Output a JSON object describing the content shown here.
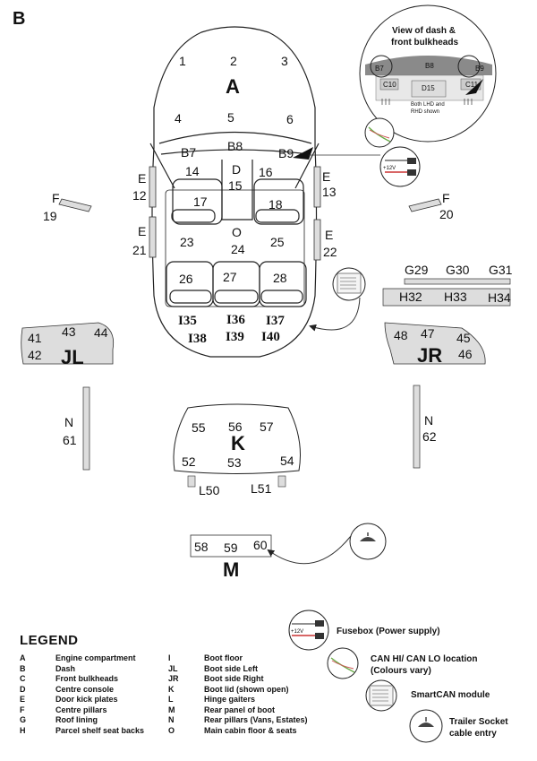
{
  "page_letter": "B",
  "inset": {
    "title_line1": "View of dash &",
    "title_line2": "front bulkheads",
    "b7": "B7",
    "b8": "B8",
    "b9": "B9",
    "c10": "C10",
    "d15": "D15",
    "c11": "C11",
    "note_line1": "Both LHD and",
    "note_line2": "RHD shown"
  },
  "car": {
    "a": "A",
    "a1": "1",
    "a2": "2",
    "a3": "3",
    "a4": "4",
    "a5": "5",
    "a6": "6",
    "b7": "B7",
    "b8": "B8",
    "b9": "B9",
    "d": "D",
    "n14": "14",
    "n15": "15",
    "n16": "16",
    "n17": "17",
    "n18": "18",
    "o": "O",
    "n23": "23",
    "n24": "24",
    "n25": "25",
    "n26": "26",
    "n27": "27",
    "n28": "28",
    "i35": "I35",
    "i36": "I36",
    "i37": "I37",
    "i38": "I38",
    "i39": "I39",
    "i40": "I40",
    "e_left_top": "E",
    "n12": "12",
    "e_left_bot": "E",
    "n21": "21",
    "e_right_top": "E",
    "n13": "13",
    "e_right_bot": "E",
    "n22": "22",
    "f_left": "F",
    "n19": "19",
    "f_right": "F",
    "n20": "20"
  },
  "shelf": {
    "g29": "G29",
    "g30": "G30",
    "g31": "G31",
    "h32": "H32",
    "h33": "H33",
    "h34": "H34"
  },
  "jl": {
    "label": "JL",
    "n41": "41",
    "n42": "42",
    "n43": "43",
    "n44": "44"
  },
  "jr": {
    "label": "JR",
    "n45": "45",
    "n46": "46",
    "n47": "47",
    "n48": "48"
  },
  "n_left": {
    "letter": "N",
    "num": "61"
  },
  "n_right": {
    "letter": "N",
    "num": "62"
  },
  "boot": {
    "label": "K",
    "n52": "52",
    "n53": "53",
    "n54": "54",
    "n55": "55",
    "n56": "56",
    "n57": "57",
    "l50": "L50",
    "l51": "L51"
  },
  "rear_panel": {
    "label": "M",
    "n58": "58",
    "n59": "59",
    "n60": "60"
  },
  "fusebox_small_label": "+12V",
  "legend": {
    "title": "LEGEND",
    "left": [
      {
        "code": "A",
        "text": "Engine compartment"
      },
      {
        "code": "B",
        "text": "Dash"
      },
      {
        "code": "C",
        "text": "Front bulkheads"
      },
      {
        "code": "D",
        "text": "Centre console"
      },
      {
        "code": "E",
        "text": "Door kick plates"
      },
      {
        "code": "F",
        "text": "Centre pillars"
      },
      {
        "code": "G",
        "text": "Roof lining"
      },
      {
        "code": "H",
        "text": "Parcel shelf seat backs"
      }
    ],
    "right": [
      {
        "code": "I",
        "text": "Boot floor"
      },
      {
        "code": "JL",
        "text": "Boot side Left"
      },
      {
        "code": "JR",
        "text": "Boot side Right"
      },
      {
        "code": "K",
        "text": "Boot lid (shown open)"
      },
      {
        "code": "L",
        "text": "Hinge gaiters"
      },
      {
        "code": "M",
        "text": "Rear panel of boot"
      },
      {
        "code": "N",
        "text": "Rear pillars (Vans, Estates)"
      },
      {
        "code": "O",
        "text": "Main cabin floor & seats"
      }
    ]
  },
  "key": {
    "fusebox": "Fusebox (Power supply)",
    "can_line1": "CAN HI/ CAN LO location",
    "can_line2": "(Colours vary)",
    "smartcan": "SmartCAN module",
    "trailer_line1": "Trailer Socket",
    "trailer_line2": "cable entry",
    "plus12v": "+12V"
  }
}
